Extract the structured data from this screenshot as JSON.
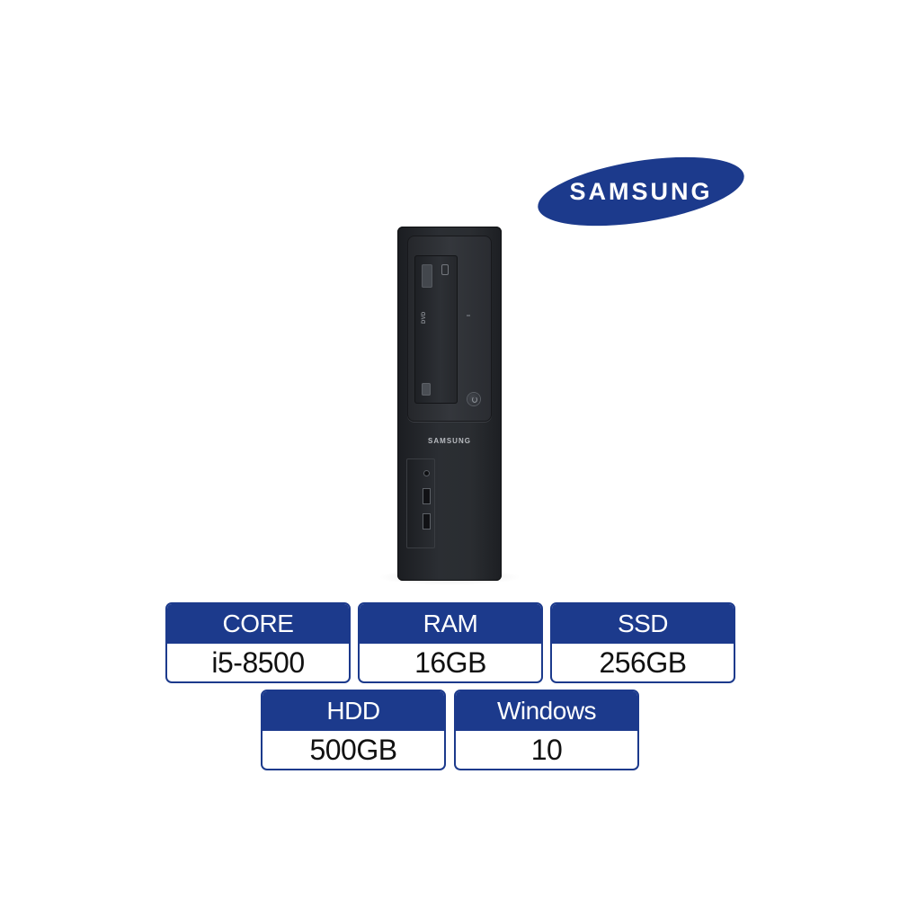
{
  "brand": {
    "logo_text": "SAMSUNG",
    "logo_color": "#1c3a8c",
    "device_label": "SAMSUNG"
  },
  "device": {
    "drive_logo": "DVD"
  },
  "specs": [
    {
      "label": "CORE",
      "value": "i5-8500"
    },
    {
      "label": "RAM",
      "value": "16GB"
    },
    {
      "label": "SSD",
      "value": "256GB"
    },
    {
      "label": "HDD",
      "value": "500GB"
    },
    {
      "label": "Windows",
      "value": "10"
    }
  ],
  "colors": {
    "card_header": "#1c3a8c",
    "card_border": "#1c3a8c",
    "tower_body": "#2a2d31"
  }
}
